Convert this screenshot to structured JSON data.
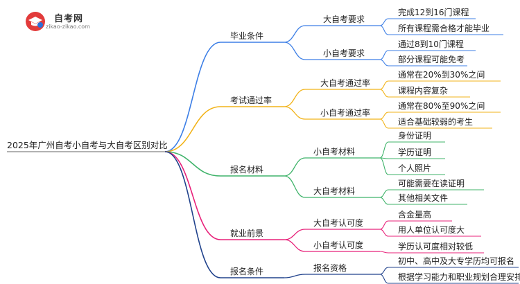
{
  "logo": {
    "title": "自考网",
    "url": "zikao-zikao.com"
  },
  "root": "2025年广州自考小自考与大自考区别对比",
  "colors": {
    "blue": "#3d7fe6",
    "orange": "#f2b318",
    "green": "#3fb36a",
    "pink": "#e8227a",
    "navy": "#20428c"
  },
  "branches": [
    {
      "label": "毕业条件",
      "color": "blue",
      "children": [
        {
          "label": "大自考要求",
          "leaves": [
            "完成12到16门课程",
            "所有课程需合格才能毕业"
          ]
        },
        {
          "label": "小自考要求",
          "leaves": [
            "通过8到10门课程",
            "部分课程可能免考"
          ]
        }
      ]
    },
    {
      "label": "考试通过率",
      "color": "orange",
      "children": [
        {
          "label": "大自考通过率",
          "leaves": [
            "通常在20%到30%之间",
            "课程内容复杂"
          ]
        },
        {
          "label": "小自考通过率",
          "leaves": [
            "通常在80%至90%之间",
            "适合基础较弱的考生"
          ]
        }
      ]
    },
    {
      "label": "报名材料",
      "color": "green",
      "children": [
        {
          "label": "小自考材料",
          "leaves": [
            "身份证明",
            "学历证明",
            "个人照片"
          ]
        },
        {
          "label": "大自考材料",
          "leaves": [
            "可能需要在读证明",
            "其他相关文件"
          ]
        }
      ]
    },
    {
      "label": "就业前景",
      "color": "pink",
      "children": [
        {
          "label": "大自考认可度",
          "leaves": [
            "含金量高",
            "用人单位认可度大"
          ]
        },
        {
          "label": "小自考认可度",
          "leaves": [
            "学历认可度相对较低"
          ]
        }
      ]
    },
    {
      "label": "报名条件",
      "color": "navy",
      "children": [
        {
          "label": "报名资格",
          "leaves": [
            "初中、高中及大专学历均可报名",
            "根据学习能力和职业规划合理安排"
          ]
        }
      ]
    }
  ]
}
